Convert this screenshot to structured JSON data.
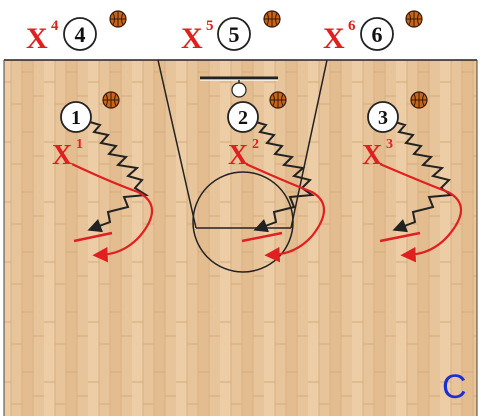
{
  "panel_label": "C",
  "colors": {
    "court_wood": "#e8c49a",
    "court_line": "#222222",
    "defense_red": "#e02020",
    "panel_label_blue": "#1a2fd6",
    "ball_orange": "#c8651b"
  },
  "top_labels": [
    {
      "defender": "X",
      "sup": "4",
      "player": "4"
    },
    {
      "defender": "X",
      "sup": "5",
      "player": "5"
    },
    {
      "defender": "X",
      "sup": "6",
      "player": "6"
    }
  ],
  "court_players": [
    {
      "number": "1",
      "defender": "X",
      "sup": "1"
    },
    {
      "number": "2",
      "defender": "X",
      "sup": "2"
    },
    {
      "number": "3",
      "defender": "X",
      "sup": "3"
    }
  ],
  "icons": {
    "ball": "basketball-icon",
    "dribble": "zigzag-dribble-arrow",
    "defense_path": "red-curved-arrow"
  }
}
